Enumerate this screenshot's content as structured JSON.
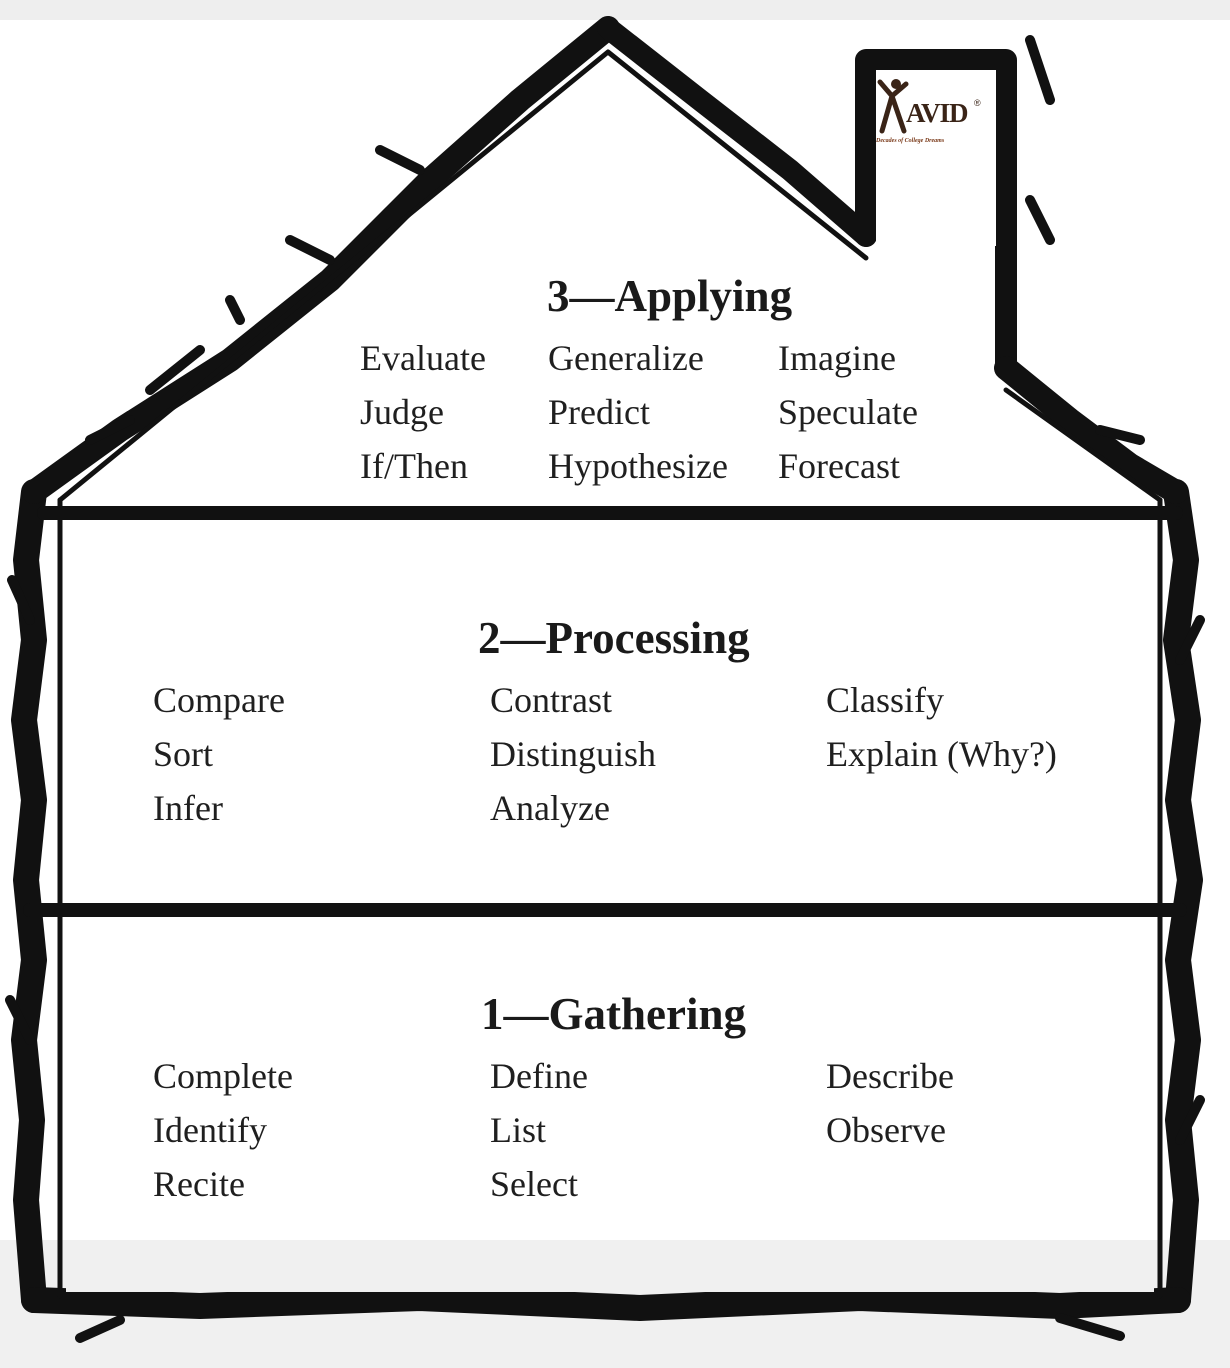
{
  "logo": {
    "brand": "AVID",
    "registered": "®",
    "tagline": "Decades of College Dreams",
    "icon": "person-jumping-icon"
  },
  "levels": [
    {
      "heading": "3—Applying",
      "words": [
        "Evaluate",
        "Generalize",
        "Imagine",
        "Judge",
        "Predict",
        "Speculate",
        "If/Then",
        "Hypothesize",
        "Forecast"
      ]
    },
    {
      "heading": "2—Processing",
      "words": [
        "Compare",
        "Contrast",
        "Classify",
        "Sort",
        "Distinguish",
        "Explain (Why?)",
        "Infer",
        "Analyze"
      ]
    },
    {
      "heading": "1—Gathering",
      "words": [
        "Complete",
        "Define",
        "Describe",
        "Identify",
        "List",
        "Observe",
        "Recite",
        "Select"
      ]
    }
  ]
}
